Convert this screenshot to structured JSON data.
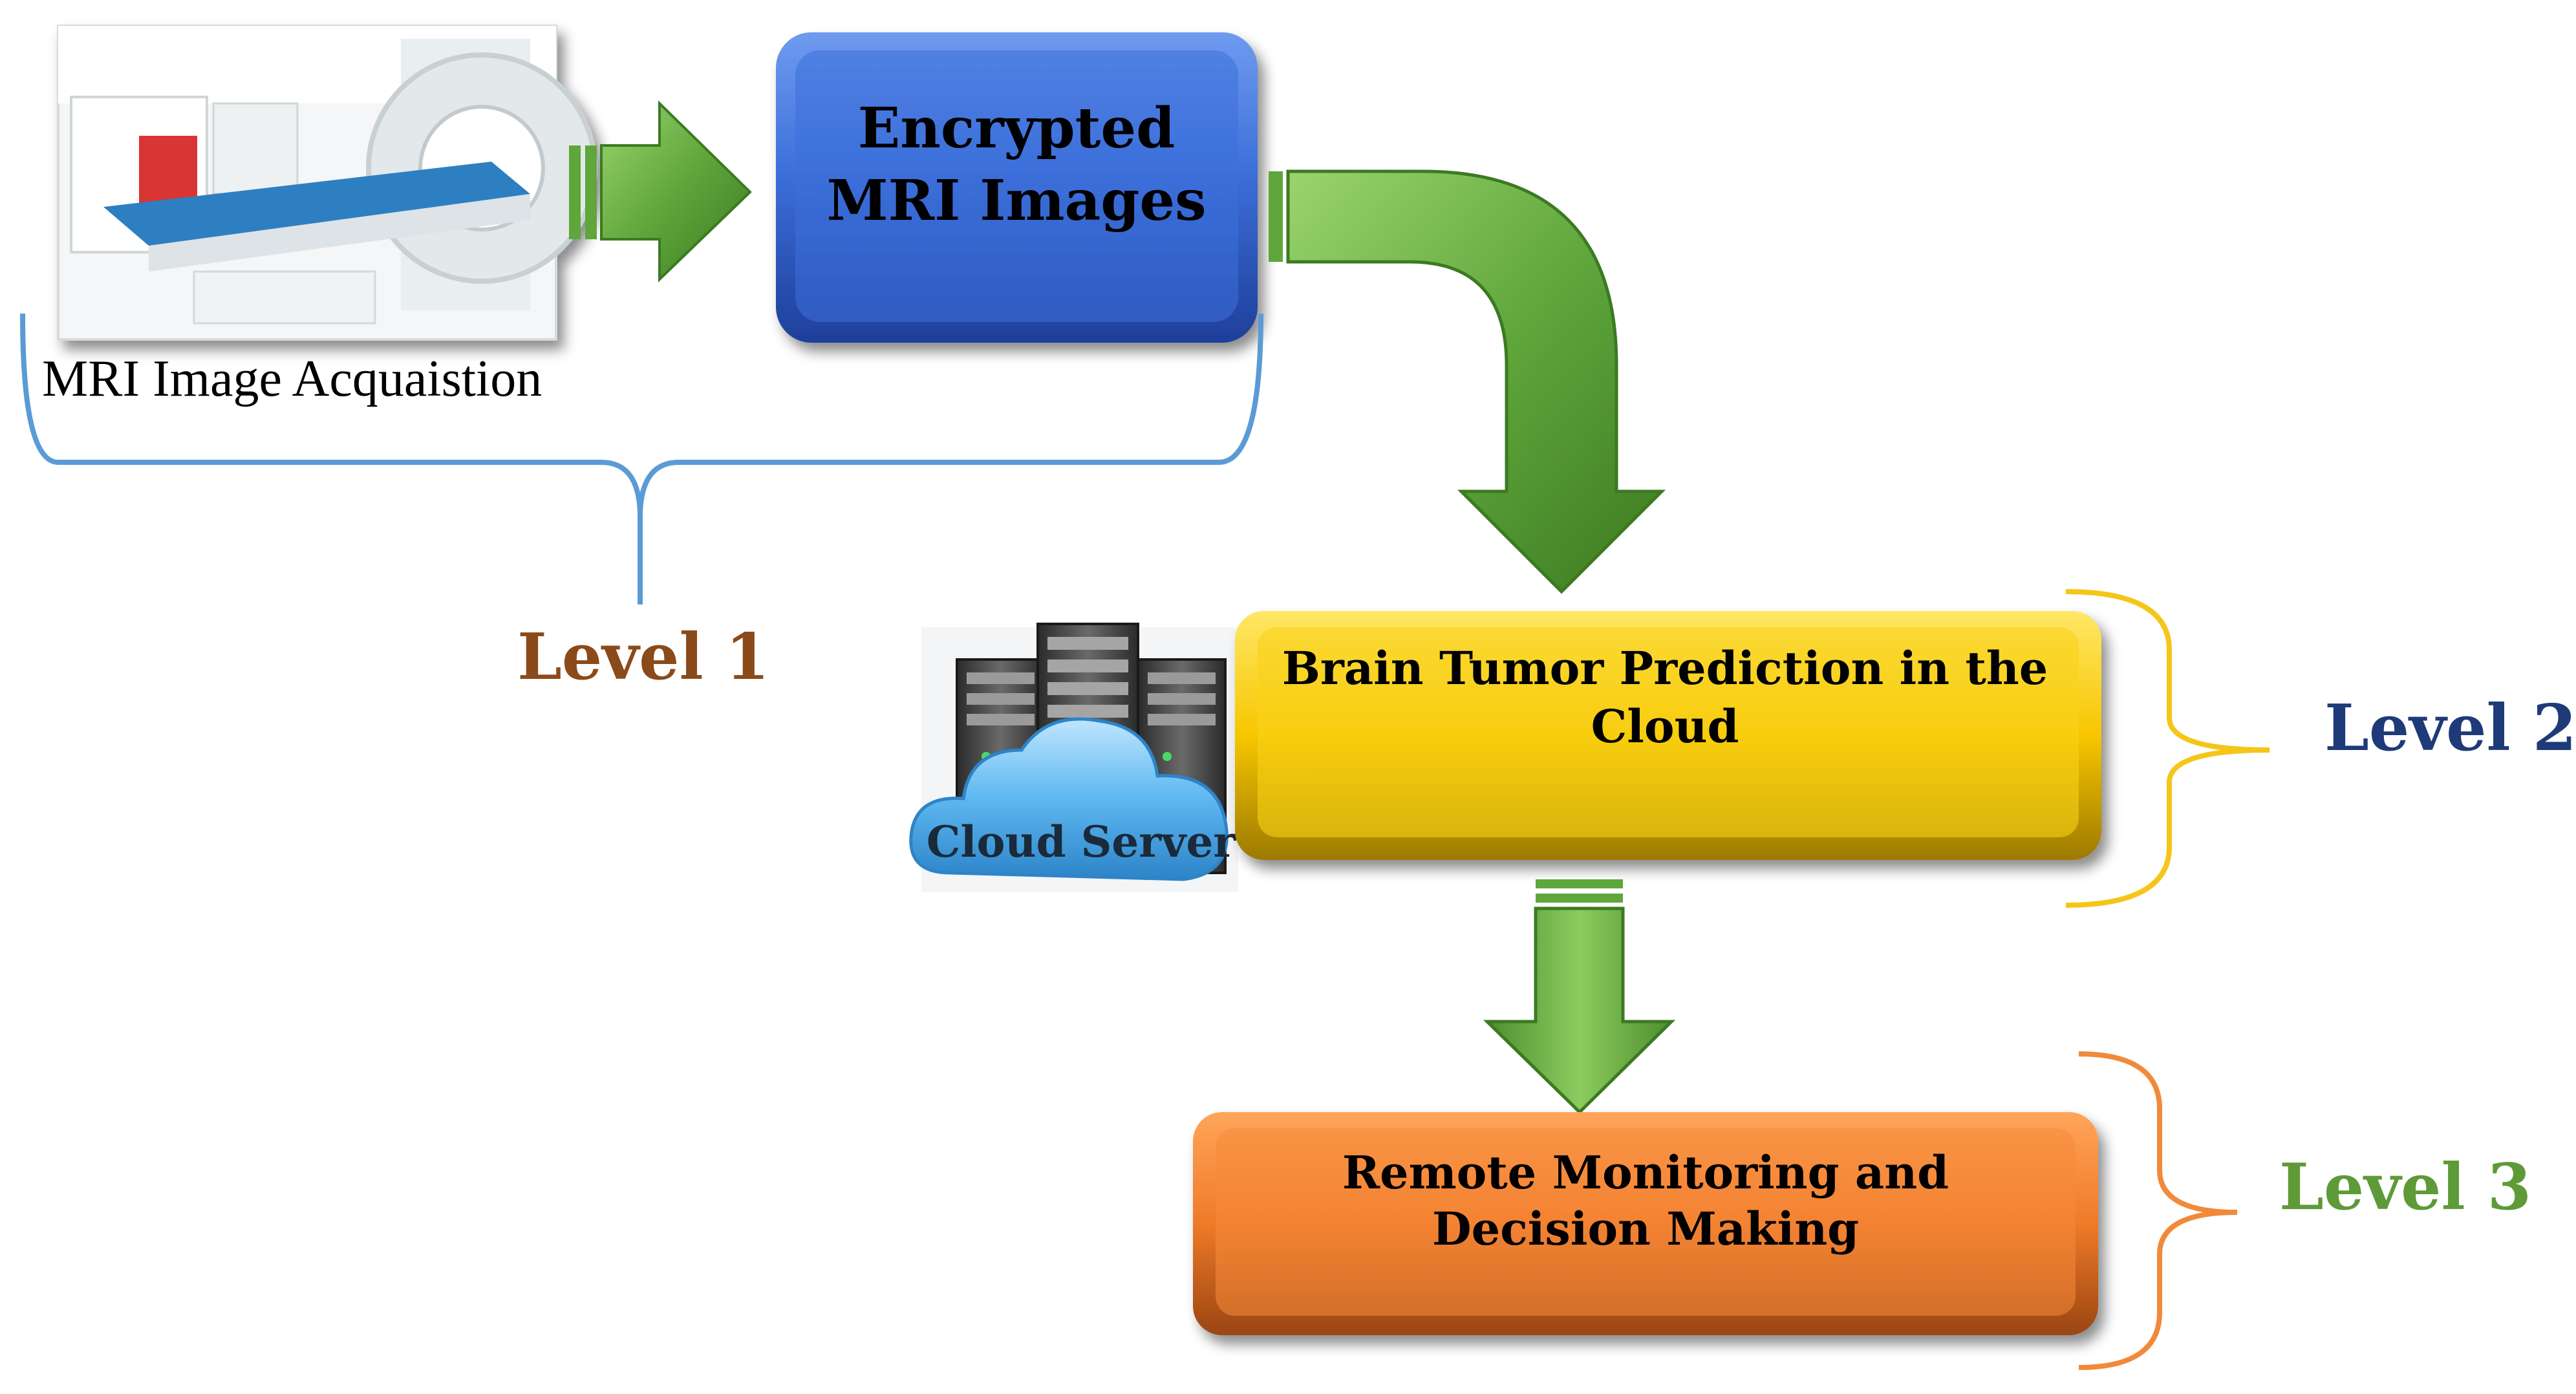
{
  "acquisition": {
    "caption": "MRI Image Acquaistion",
    "photo_alt": "MRI scanner photo"
  },
  "boxes": {
    "encrypted": {
      "line1": "Encrypted",
      "line2": "MRI Images"
    },
    "prediction": {
      "line1": "Brain Tumor Prediction in the",
      "line2": "Cloud"
    },
    "monitoring": {
      "line1": "Remote Monitoring and",
      "line2": "Decision Making"
    }
  },
  "cloud_server": {
    "label": "Cloud Server"
  },
  "levels": {
    "level1": {
      "label": "Level 1",
      "color": "#8B4A1A"
    },
    "level2": {
      "label": "Level 2",
      "color": "#1F3A78"
    },
    "level3": {
      "label": "Level 3",
      "color": "#5E9A38"
    }
  },
  "colors": {
    "encrypted_box": "#3A6FD8",
    "prediction_box": "#F7C600",
    "monitoring_box": "#F07A28",
    "arrow_green": "#5FA63B",
    "brace_level1": "#5B9BD5",
    "brace_level2": "#F5C518",
    "brace_level3": "#F08A3A"
  }
}
